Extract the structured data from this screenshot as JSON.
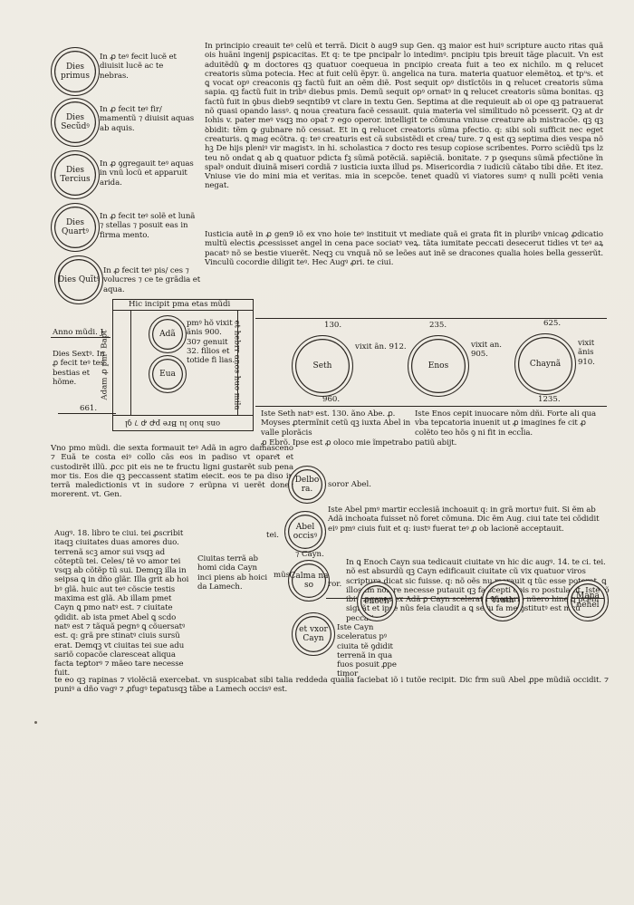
{
  "days": [
    {
      "label": "Dies primus",
      "text": "In ꝓ teꝰ fecit lucẽ et diuisit lucẽ ac te nebras."
    },
    {
      "label": "Dies Secũdꝰ",
      "text": "In ꝓ fecit teꝰ fir/ mamentũ ⁊ diuisit aquas ab aquis."
    },
    {
      "label": "Dies Tercius",
      "text": "In ꝓ ꝯgregauit teꝰ aquas in vnũ locũ et apparuit arida."
    },
    {
      "label": "Dies Quartꝰ",
      "text": "In ꝓ fecit teꝰ solẽ et lunã ⁊ stellas ⁊ posuit eas in firma mento."
    },
    {
      "label": "Dies Quĩtꝰ",
      "text": "In ꝓ fecit teꝰ pis/ ces ⁊ volucres ⁊ ce te grãdia et aqua."
    }
  ],
  "main_para_1": "In principio creauit teꝰ celũ et terrã. Dicit ꝺ aug9 sup Gen. qꝫ maior est huiꝰ scripture aucto ritas quã ois huãni ingenij ꝑspicacitas. Et q: te tpe pncipalr lo intedimꝰ. pncipiu tpis breuit tãge placuit. Vn est aduitẽdũ ꝙ m doctores qꝫ quatuor coequeua in pncipio creata fuit a teo ex nichilo. m ꝗ relucet creatoris sũma potecia. Hec at fuit celũ ẽpyr. ũ. angelica na tura. materia quatuor elemẽtoꝝ. et tpᵘs. et ꝗ vocat opꝰ creaconis qꝫ factũ fuit an oẽm diẽ. Post sequit opꝰ distĩctõis in ꝗ relucet creatoris sũma sapia. qꝫ factũ fuit in tribꝰ diebus pmis. Demũ sequit opꝰ ornatꝰ in ꝗ relucet creatoris sũma bonitas. qꝫ factũ fuit in ꝯbus dieb9 seqntib9 vt clare in textu Gen. Septima at die requieuit ab oi ope qꝫ patrauerat nõ quasi opando lassꝰ. ꝗ noua creatura facẽ cessauit. quia materia vel similitudo nõ pcesserit. Qꝫ at dr Iohis v. pater meꝰ vsqꝫ mo opat̃ ⁊ ego operor. intelligit te cõmuna vniuse creature ab mistracõe. qꝫ qꝫ ꝺbidit: tẽm ꝙ gubnare nõ cessat. Et in ꝗ relucet creatoris sũma pfectio. q: sibi soli sufficit nec eget creaturis. ꝗ mag ecõtra. q: teꝰ creaturis est cã subsistẽdi et crea/ ture. ⁊ ꝗ est qꝫ septima dies vespa nõ hꝫ De hijs pleniꝰ vir magistꝛ. in hi. scholastica ⁊ docto res tesup copiose scribentes. Porro sciẽdũ tps lz teu nõ ondat ꝗ ab ꝗ quatuor pdicta fꝫ sũmã potẽciã. sapiẽciã. bonitate. ⁊ p ꝯsequns sũmã pfectiõne ĩn spalꝰ onduit diuinã miseri cordiã ⁊ iusticia iuxta illud ps. Misericordia ⁊ iudiciũ cãtabo tibi dñe. Et itez. Vniuse vie do mini mia et veritas. mia in scepcõe. tenet quadũ vi viatores sumꝰ q nulli pcẽti venia negat.",
  "main_para_2": "Iusticia autẽ in ꝓ gen9 iõ ex vno hoie teꝰ instituit vt mediate quã ei grata fit in pluribꝰ vnicaꝯ ꝓdicatio multũ electis ꝓcessisset angel in cena pace sociatꝰ veꝝ. tãta iumitate peccati desecerut tidies vt teꝰ aꝝ pacatꝰ nõ se bestie viuerẽt. Neqꝫ cu vnquã nõ se leões aut inẽ se dracones qualia hoies bella gesserũt. Vinculũ cocordie diligit teꝰ. Hec Augꝰ ꝓri. te ciui.",
  "first_age": {
    "heading": "Hic incipit pma etas mũdi",
    "vertical_left": "Adam ꝓ pmꝰ Bapt",
    "vertical_right": "et hebrr anos huo mila",
    "bottom": "ons huo lu Bre pꝓ ꝓ ⁊ ꝯl",
    "adam": "Adã",
    "eua": "Eua",
    "text": "pmꝰ hõ vixit ãnis 900. 30⁊ genuit 32. filios et totide fi lias."
  },
  "left_notes": {
    "anno": "Anno mũdi. J.",
    "dies_sextus": "Dies Sextꝰ. In ꝓ fecit teꝰ tes bestias et hõme.",
    "num_661": "661."
  },
  "lineage_top": {
    "n130": "130.",
    "n235": "235.",
    "n625": "625.",
    "n960": "960.",
    "n1235": "1235.",
    "seth": "Seth",
    "seth_lived": "vixit ãn. 912.",
    "enos": "Enos",
    "enos_lived": "vixit an. 905.",
    "chayna": "Chaynã",
    "chayna_lived": "vixit ãnis 910."
  },
  "seth_text": "Iste Seth natꝰ est. 130. ãno Abe. ꝓ. Moyses ꝓtermĩnit cetũ qꝫ iuxta Abel in valle plorãcis",
  "enos_text": "Iste Enos cepit inuocare nõm dñi. Forte ali qua vba tepcatoria inuenit ut ꝓ imagines fe cit ꝓ colẽto teo hõs ꝯ ni fit in eccl̃ia.",
  "ebron_text": "ꝓ Ebrõ. Ipse est ꝓ oloco mie ĩmpetrabo patiũ abijt.",
  "adam_para": "Vno pmo mũdi. die sexta formauit teꝰ Adã in agro damasceno ⁊ Euã te costa eiꝰ collo cãs eos in padiso vt opare͂t et custodirẽt illũ. ꝓcc pit eis ne te fructu ligni gustarẽt sub pena mor tis. Eos die qꝫ peccassent statim eiecit. eos te pa diso in terrã maledictionis vt in sudore ⁊ erũpna vi uerẽt donec morerent. vt. Gen.",
  "abel_circle": "Abel occisꝰ",
  "abel_text": "Iste Abel pmꝰ martir ecclesiã inchoauit q: in grã mortuꝰ fuit. Si ẽm ab Adã inchoata fuisset nõ foret cõmuna. Dic ẽm Aug. ciui tate tei cõdidit eiꝰ pmꝰ ciuis fuit et q: iustꝰ fuerat teꝰ ꝓ ob lacionẽ acceptauit.",
  "delbora_circle": "Delbo ra.",
  "soror_abel": "soror Abel.",
  "tei_label": "tei.",
  "aug_para": "Augꝰ. 18. libro te ciui. tei ꝓscribit itaqꝫ ciuitates duas amores duo. terrenã scꝫ amor sui vsqꝫ ad cõteptũ tei. Celes/ tẽ vo amor tei vsqꝫ ab cõtẽp tũ sui. Demqꝫ illa in seipsa ꝗ in dño glãr. Illa grit ab hoi bꝰ glã. huic aut teꝰ cõscie testis maxima est glã. Ab illam pmet Cayn ꝗ pmo natꝰ est. ⁊ ciuitate ꝯdidit. ab ista pmet Abel ꝗ scdo natꝰ est ⁊ tãquã pegnꝰ ꝗ cõuersatꝰ est. q: grã pre stinatꝰ ciuis sursũ erat. Demqꝫ vt ciuitas tei sue adu sariõ copacõe claresceat aliqua facta teꝑtorꝰ ⁊ mãeo tare necesse fuit.",
  "ciuitas_text": "Ciuitas terrã ab homi cida Cayn inci piens ab hoici da Lamech.",
  "musi_label": "mũsi",
  "calmana_circle": "Calma na so",
  "ror_label": "ror.",
  "cayn_label": "⁊ Cayn.",
  "et_vxor_circle": "et vxor Cayn",
  "cayn_text": "Iste Cayn sceleratus pꝰ ciuita tẽ ꝯdidit terrenã in qua fuos posuit ꝓpe timor",
  "enoch_text": "In ꝗ Enoch Cayn sua tedicauit ciuitate vn hic dic augꝰ. 14. te ci. tei. nõ est absurdũ qꝫ Cayn edificauit ciuitate cũ vix quatuor viros scriptura dicat sic fuisse. q: nõ oẽs nu merauit q tũc esse poterat. ꝗ illos tm noiare necesse putauit qꝫ fa scepti opis ro postulauit. Iste iõ ibiꝰ. ꝓgenes ex Adã ꝑ Cayn sceleratũ vñenario nũero hine ꝗ pcẽm signãt et ipse nũs feia claudit a ꝗ sexu fa me ꝯstitutꝰ est mcũ peccati.",
  "enoch_circle": "enoch",
  "yrath_circle": "Yrath",
  "manahel_circle": "Mana nehel",
  "bottom_para": "te eo qꝫ rapinas ⁊ violẽciã exercebat. vn suspicabat sibi talia reddeda qualia faciebat iõ i tutõe recipit. Dic frm suũ Abel ꝓpe mũdiã occidit. ⁊ puniꝰ a dño vagꝰ ⁊ ꝓfugꝰ teꝑatusqꝫ tãbe a Lamech occisꝰ est."
}
